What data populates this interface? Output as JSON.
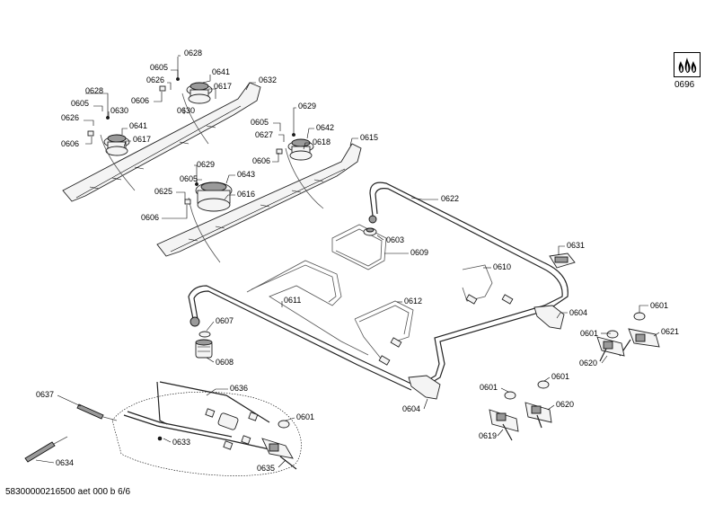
{
  "footer": {
    "text": "58300000216500 aet 000 b 6/6"
  },
  "badge": {
    "label": "0696",
    "icon": "gas-flames-icon"
  },
  "parts": {
    "p0628a": "0628",
    "p0605a": "0605",
    "p0641a": "0641",
    "p0626a": "0626",
    "p0632": "0632",
    "p0617a": "0617",
    "p0606a": "0606",
    "p0630a": "0630",
    "p0628b": "0628",
    "p0605b": "0605",
    "p0630b": "0630",
    "p0626b": "0626",
    "p0641b": "0641",
    "p0606b": "0606",
    "p0617b": "0617",
    "p0629a": "0629",
    "p0605c": "0605",
    "p0642": "0642",
    "p0627": "0627",
    "p0618": "0618",
    "p0615": "0615",
    "p0606c": "0606",
    "p0629b": "0629",
    "p0643": "0643",
    "p0605d": "0605",
    "p0625": "0625",
    "p0616": "0616",
    "p0606d": "0606",
    "p0622": "0622",
    "p0603": "0603",
    "p0609": "0609",
    "p0631": "0631",
    "p0610": "0610",
    "p0611": "0611",
    "p0612": "0612",
    "p0604a": "0604",
    "p0601a": "0601",
    "p0601b": "0601",
    "p0621": "0621",
    "p0620a": "0620",
    "p0607": "0607",
    "p0608": "0608",
    "p0636": "0636",
    "p0637": "0637",
    "p0601c": "0601",
    "p0601d": "0601",
    "p0601e": "0601",
    "p0604b": "0604",
    "p0620b": "0620",
    "p0633": "0633",
    "p0619": "0619",
    "p0634": "0634",
    "p0635": "0635"
  }
}
